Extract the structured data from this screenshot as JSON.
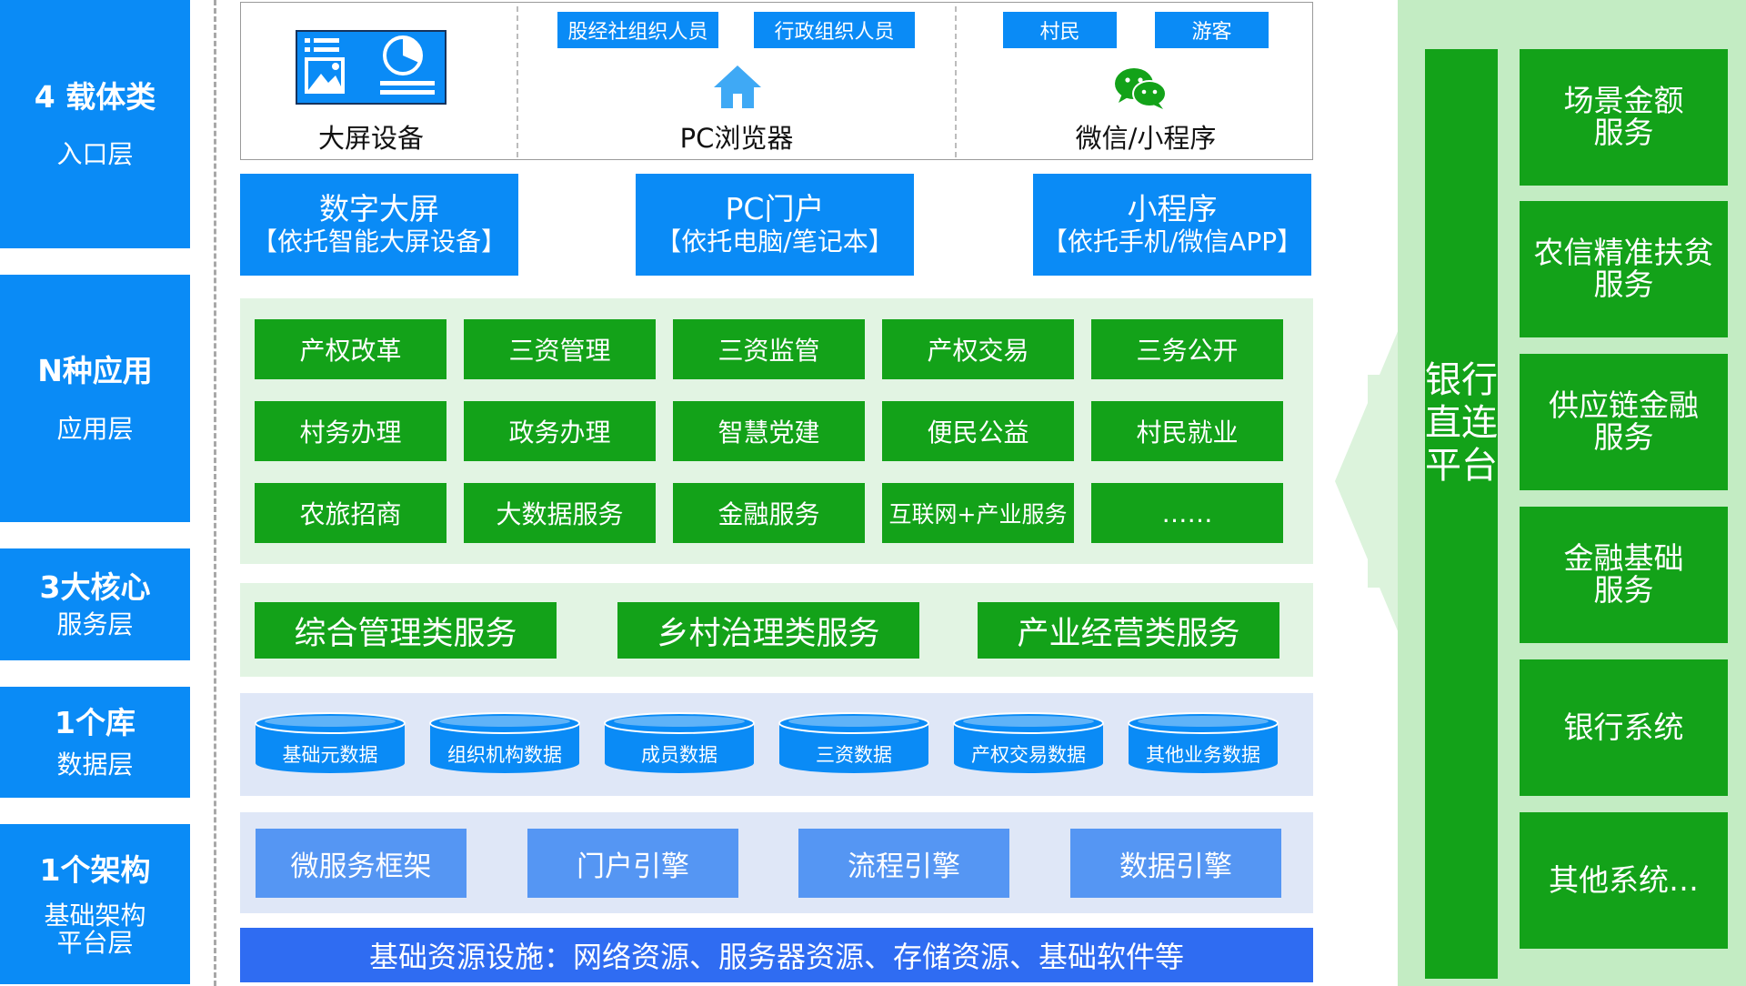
{
  "colors": {
    "blue": "#0a8bf6",
    "green": "#13a219",
    "light_green": "#e2f4e3",
    "light_blue": "#dfe7f7",
    "engine_blue": "#5596f3",
    "infra_blue": "#2f6cf2",
    "right_panel": "#c3ecc3"
  },
  "layers": [
    {
      "title": "4 载体类",
      "subtitle": "入口层"
    },
    {
      "title": "N种应用",
      "subtitle": "应用层"
    },
    {
      "title": "3大核心",
      "subtitle": "服务层"
    },
    {
      "title": "1个库",
      "subtitle": "数据层"
    },
    {
      "title": "1个架构",
      "subtitle": "基础架构\n平台层"
    }
  ],
  "entry": {
    "screen_label": "大屏设备",
    "pc_tags": [
      "股经社组织人员",
      "行政组织人员"
    ],
    "pc_label": "PC浏览器",
    "wechat_tags": [
      "村民",
      "游客"
    ],
    "wechat_label": "微信/小程序",
    "icons": [
      "dashboard-screen-icon",
      "home-icon",
      "wechat-icon"
    ]
  },
  "apps": [
    {
      "name": "数字大屏",
      "note": "【依托智能大屏设备】"
    },
    {
      "name": "PC门户",
      "note": "【依托电脑/笔记本】"
    },
    {
      "name": "小程序",
      "note": "【依托手机/微信APP】"
    }
  ],
  "applications": [
    "产权改革",
    "三资管理",
    "三资监管",
    "产权交易",
    "三务公开",
    "村务办理",
    "政务办理",
    "智慧党建",
    "便民公益",
    "村民就业",
    "农旅招商",
    "大数据服务",
    "金融服务",
    "互联网+产业服务",
    "……"
  ],
  "core_services": [
    "综合管理类服务",
    "乡村治理类服务",
    "产业经营类服务"
  ],
  "databases": [
    "基础元数据",
    "组织机构数据",
    "成员数据",
    "三资数据",
    "产权交易数据",
    "其他业务数据"
  ],
  "frameworks": [
    "微服务框架",
    "门户引擎",
    "流程引擎",
    "数据引擎"
  ],
  "infrastructure": "基础资源设施：网络资源、服务器资源、存储资源、基础软件等",
  "bank_platform": "银行直连平台",
  "bank_services": [
    "场景金额\n服务",
    "农信精准扶贫\n服务",
    "供应链金融\n服务",
    "金融基础\n服务",
    "银行系统",
    "其他系统…"
  ]
}
